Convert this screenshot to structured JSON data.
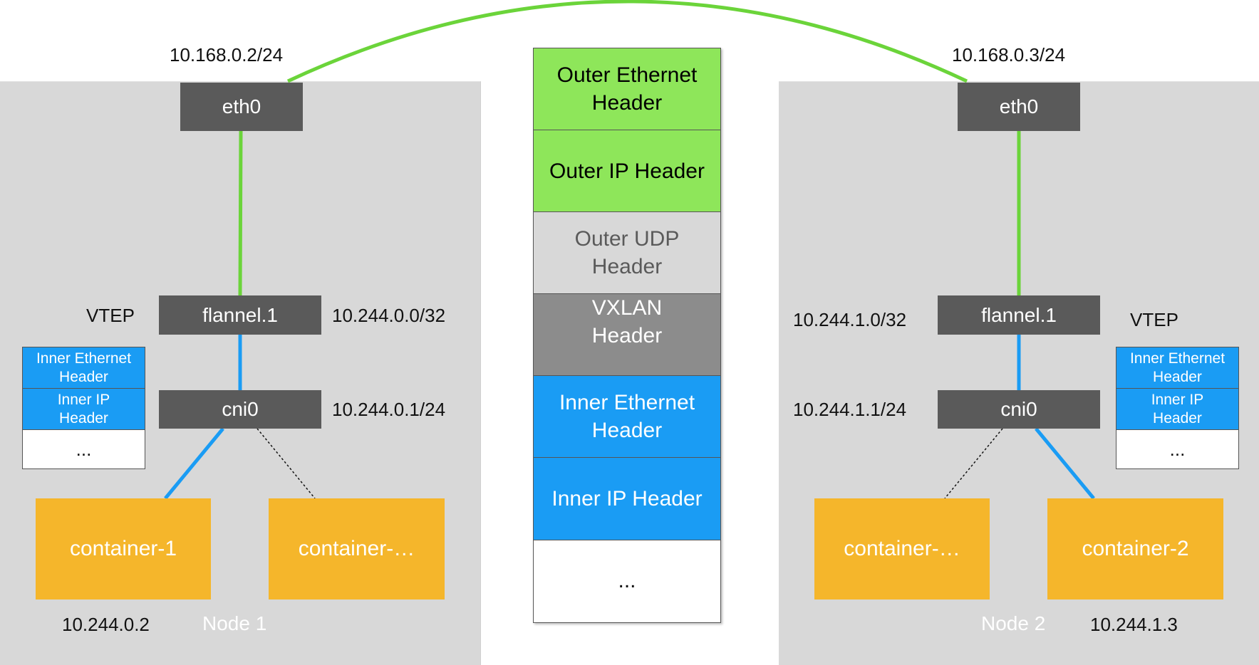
{
  "nodes": [
    {
      "name": "Node 1",
      "eth0": {
        "label": "eth0",
        "ip": "10.168.0.2/24"
      },
      "flannel": {
        "label": "flannel.1",
        "role": "VTEP",
        "ip": "10.244.0.0/32"
      },
      "cni": {
        "label": "cni0",
        "ip": "10.244.0.1/24"
      },
      "containers": [
        {
          "label": "container-1",
          "ip": "10.244.0.2"
        },
        {
          "label": "container-…"
        }
      ],
      "inner_packet": {
        "ethernet": "Inner Ethernet Header",
        "ip": "Inner IP Header",
        "more": "..."
      }
    },
    {
      "name": "Node 2",
      "eth0": {
        "label": "eth0",
        "ip": "10.168.0.3/24"
      },
      "flannel": {
        "label": "flannel.1",
        "role": "VTEP",
        "ip": "10.244.1.0/32"
      },
      "cni": {
        "label": "cni0",
        "ip": "10.244.1.1/24"
      },
      "containers": [
        {
          "label": "container-…"
        },
        {
          "label": "container-2",
          "ip": "10.244.1.3"
        }
      ],
      "inner_packet": {
        "ethernet": "Inner Ethernet Header",
        "ip": "Inner IP Header",
        "more": "..."
      }
    }
  ],
  "packet": {
    "layers": [
      {
        "label": "Outer Ethernet Header",
        "color": "#8ee65a",
        "text_color": "#000000"
      },
      {
        "label": "Outer IP Header",
        "color": "#8ee65a",
        "text_color": "#000000"
      },
      {
        "label": "Outer UDP Header",
        "color": "#d8d8d8",
        "text_color": "#5a5a5a"
      },
      {
        "label": "VXLAN Header",
        "color": "#8c8c8c",
        "text_color": "#ffffff"
      },
      {
        "label": "Inner Ethernet Header",
        "color": "#1a9cf4",
        "text_color": "#ffffff"
      },
      {
        "label": "Inner IP Header",
        "color": "#1a9cf4",
        "text_color": "#ffffff"
      },
      {
        "label": "...",
        "color": "#ffffff",
        "text_color": "#111111"
      }
    ]
  },
  "colors": {
    "underlay_link": "#6bd43a",
    "overlay_link": "#1a9cf4",
    "node_background": "#d8d8d8",
    "interface": "#5a5a5a",
    "container": "#f5b62b"
  }
}
